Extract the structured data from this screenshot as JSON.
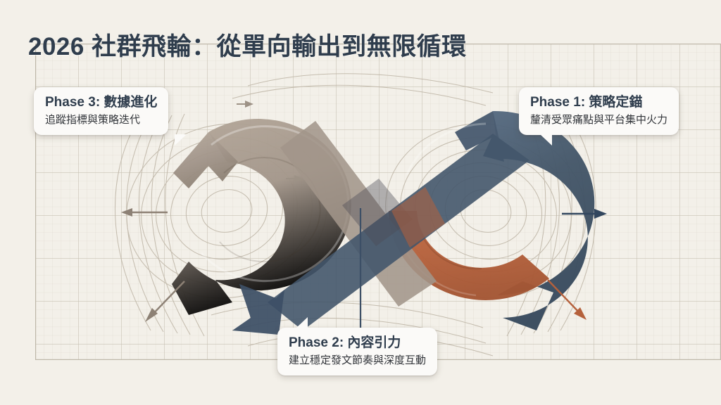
{
  "slide": {
    "title": "2026 社群飛輪：從單向輸出到無限循環",
    "background_color": "#f3f0e9",
    "title_color": "#2f3d4d"
  },
  "diagram": {
    "shape": "infinity-loop",
    "left_loop_color": "#a09385",
    "right_loop_top_color": "#445569",
    "right_loop_bottom_color": "#b5613c",
    "grid_color": "#cfcbc0",
    "flowline_color": "#b9b0a2",
    "center_axis_color": "#3c4f66"
  },
  "callouts": [
    {
      "id": "phase-3",
      "title": "Phase 3: 數據進化",
      "subtitle": "追蹤指標與策略迭代"
    },
    {
      "id": "phase-1",
      "title": "Phase 1: 策略定錨",
      "subtitle": "釐清受眾痛點與平台集中火力"
    },
    {
      "id": "phase-2",
      "title": "Phase 2: 內容引力",
      "subtitle": "建立穩定發文節奏與深度互動"
    }
  ],
  "field_arrows": [
    {
      "id": "left-arrow",
      "direction": "left",
      "color": "#8d8175"
    },
    {
      "id": "left-down-arrow",
      "direction": "down-left",
      "color": "#8d8175"
    },
    {
      "id": "right-arrow",
      "direction": "right",
      "color": "#32465e"
    },
    {
      "id": "right-down-arrow",
      "direction": "down-right",
      "color": "#b5613c"
    },
    {
      "id": "inner-small-arrow",
      "direction": "right",
      "color": "#9d9286"
    }
  ]
}
